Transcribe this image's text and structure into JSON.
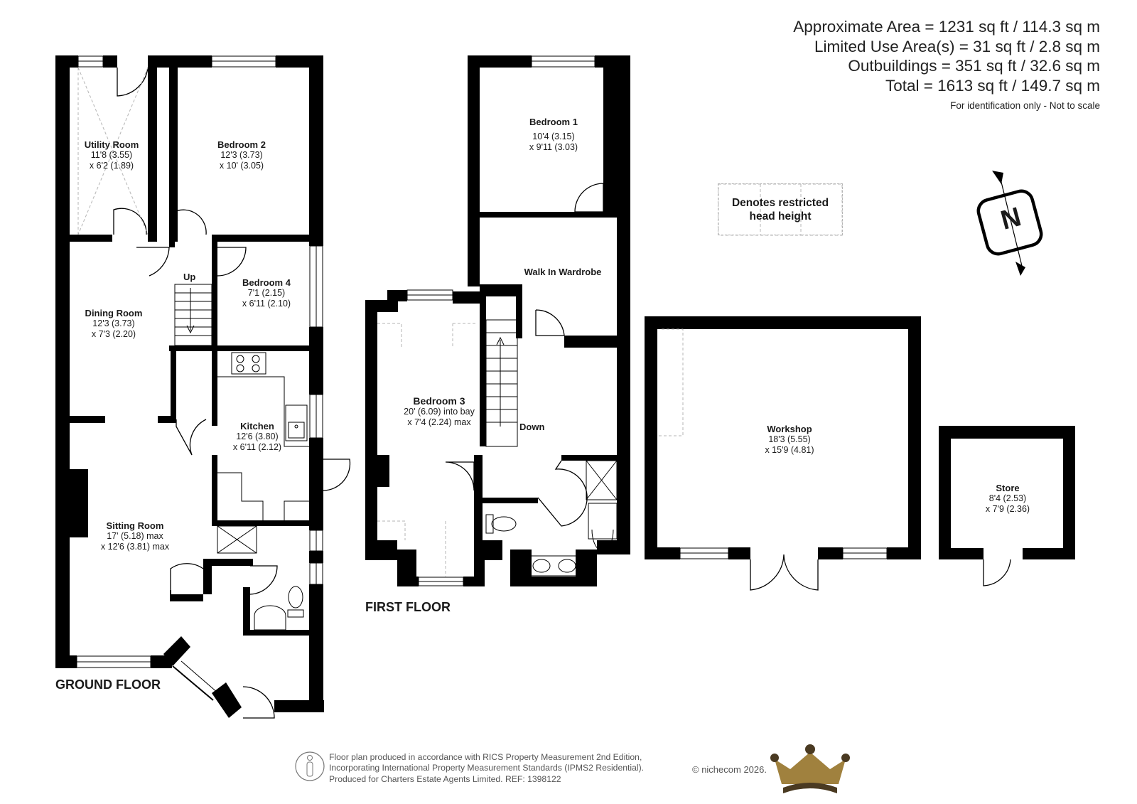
{
  "summary": {
    "approx_area": "Approximate Area = 1231 sq ft / 114.3 sq m",
    "limited_use": "Limited Use Area(s) = 31 sq ft / 2.8 sq m",
    "outbuildings": "Outbuildings = 351 sq ft / 32.6 sq m",
    "total": "Total = 1613 sq ft / 149.7 sq m",
    "note": "For identification only - Not to scale"
  },
  "legend": {
    "restricted": "Denotes restricted head height"
  },
  "compass": {
    "letter": "N"
  },
  "floors": {
    "ground": "GROUND FLOOR",
    "first": "FIRST FLOOR"
  },
  "rooms": {
    "utility": {
      "name": "Utility Room",
      "dim1": "11'8 (3.55)",
      "dim2": "x 6'2 (1.89)"
    },
    "bedroom2": {
      "name": "Bedroom 2",
      "dim1": "12'3 (3.73)",
      "dim2": "x 10' (3.05)"
    },
    "bedroom4": {
      "name": "Bedroom 4",
      "dim1": "7'1 (2.15)",
      "dim2": "x 6'11 (2.10)"
    },
    "dining": {
      "name": "Dining Room",
      "dim1": "12'3 (3.73)",
      "dim2": "x 7'3 (2.20)"
    },
    "kitchen": {
      "name": "Kitchen",
      "dim1": "12'6 (3.80)",
      "dim2": "x 6'11 (2.12)"
    },
    "sitting": {
      "name": "Sitting Room",
      "dim1": "17' (5.18) max",
      "dim2": "x 12'6 (3.81) max"
    },
    "bedroom1": {
      "name": "Bedroom 1",
      "dim1": "10'4 (3.15)",
      "dim2": "x 9'11 (3.03)"
    },
    "bedroom3": {
      "name": "Bedroom 3",
      "dim1": "20' (6.09) into bay",
      "dim2": "x 7'4 (2.24) max"
    },
    "wardrobe": {
      "name": "Walk In Wardrobe"
    },
    "workshop": {
      "name": "Workshop",
      "dim1": "18'3 (5.55)",
      "dim2": "x 15'9 (4.81)"
    },
    "store": {
      "name": "Store",
      "dim1": "8'4 (2.53)",
      "dim2": "x 7'9 (2.36)"
    }
  },
  "stairs": {
    "up": "Up",
    "down": "Down"
  },
  "footer": {
    "line1": "Floor plan produced in accordance with RICS Property Measurement 2nd Edition,",
    "line2": "Incorporating International Property Measurement Standards (IPMS2 Residential).",
    "line3": "Produced for Charters Estate Agents Limited.   REF: 1398122",
    "copyright": "© nichecom 2026."
  },
  "colors": {
    "wall": "#000000",
    "dashed": "#b5b5b5",
    "logo_gold": "#a0813e",
    "logo_dark": "#4a3a22"
  }
}
